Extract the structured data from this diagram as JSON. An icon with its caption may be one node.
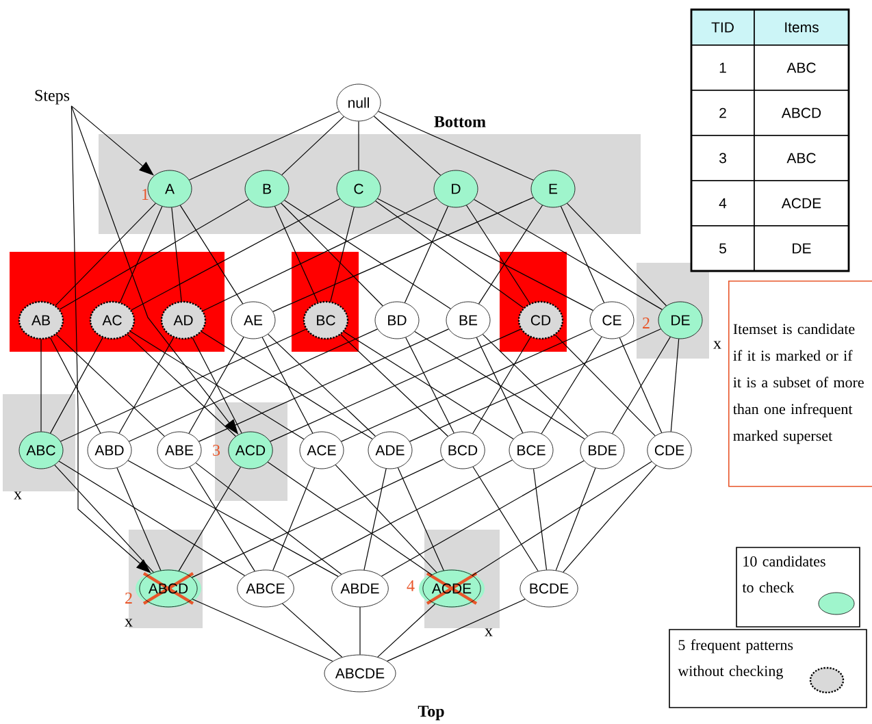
{
  "diagram": {
    "nodes": [
      {
        "text": [
          "null"
        ]
      },
      {
        "text": [
          "A"
        ],
        "beside": [
          "1"
        ]
      },
      {
        "text": [
          "B"
        ]
      },
      {
        "text": [
          "C"
        ]
      },
      {
        "text": [
          "D"
        ]
      },
      {
        "text": [
          "E"
        ]
      },
      {
        "text": [
          "AB"
        ]
      },
      {
        "text": [
          "AC"
        ]
      },
      {
        "text": [
          "AD"
        ]
      },
      {
        "text": [
          "AE"
        ]
      },
      {
        "text": [
          "BC"
        ]
      },
      {
        "text": [
          "BD"
        ]
      },
      {
        "text": [
          "BE"
        ]
      },
      {
        "text": [
          "CD"
        ]
      },
      {
        "text": [
          "CE"
        ]
      },
      {
        "text": [
          "DE"
        ],
        "beside": [
          "2",
          "x"
        ]
      },
      {
        "text": [
          "ABC"
        ],
        "beside": [
          "x"
        ]
      },
      {
        "text": [
          "ABD"
        ]
      },
      {
        "text": [
          "ABE"
        ]
      },
      {
        "text": [
          "ACD"
        ],
        "beside": [
          "3"
        ]
      },
      {
        "text": [
          "ACE"
        ]
      },
      {
        "text": [
          "ADE"
        ]
      },
      {
        "text": [
          "BCD"
        ]
      },
      {
        "text": [
          "BCE"
        ]
      },
      {
        "text": [
          "BDE"
        ]
      },
      {
        "text": [
          "CDE"
        ]
      },
      {
        "text": [
          "ABCD"
        ],
        "beside": [
          "2",
          "x"
        ]
      },
      {
        "text": [
          "ABCE"
        ]
      },
      {
        "text": [
          "ABDE"
        ]
      },
      {
        "text": [
          "ACDE"
        ],
        "beside": [
          "4",
          "x"
        ]
      },
      {
        "text": [
          "BCDE"
        ]
      },
      {
        "text": [
          "ABCDE"
        ]
      },
      {
        "text": [
          "Itemset is candidate if it is marked or if it is a subset of more than one infrequent marked superset"
        ]
      },
      {
        "text": [
          "Steps"
        ]
      }
    ],
    "edges": [
      {
        "from": 0,
        "to": 1,
        "arrow": "none"
      },
      {
        "from": 0,
        "to": 2,
        "arrow": "none"
      },
      {
        "from": 0,
        "to": 3,
        "arrow": "none"
      },
      {
        "from": 0,
        "to": 4,
        "arrow": "none"
      },
      {
        "from": 0,
        "to": 5,
        "arrow": "none"
      },
      {
        "from": 1,
        "to": 6,
        "arrow": "none"
      },
      {
        "from": 1,
        "to": 7,
        "arrow": "none"
      },
      {
        "from": 1,
        "to": 8,
        "arrow": "none"
      },
      {
        "from": 1,
        "to": 9,
        "arrow": "none"
      },
      {
        "from": 2,
        "to": 6,
        "arrow": "none"
      },
      {
        "from": 2,
        "to": 10,
        "arrow": "none"
      },
      {
        "from": 2,
        "to": 11,
        "arrow": "none"
      },
      {
        "from": 2,
        "to": 12,
        "arrow": "none"
      },
      {
        "from": 3,
        "to": 7,
        "arrow": "none"
      },
      {
        "from": 3,
        "to": 10,
        "arrow": "none"
      },
      {
        "from": 3,
        "to": 13,
        "arrow": "none"
      },
      {
        "from": 3,
        "to": 14,
        "arrow": "none"
      },
      {
        "from": 4,
        "to": 8,
        "arrow": "none"
      },
      {
        "from": 4,
        "to": 11,
        "arrow": "none"
      },
      {
        "from": 4,
        "to": 13,
        "arrow": "none"
      },
      {
        "from": 4,
        "to": 15,
        "arrow": "none"
      },
      {
        "from": 5,
        "to": 9,
        "arrow": "none"
      },
      {
        "from": 5,
        "to": 12,
        "arrow": "none"
      },
      {
        "from": 5,
        "to": 14,
        "arrow": "none"
      },
      {
        "from": 5,
        "to": 15,
        "arrow": "none"
      },
      {
        "from": 6,
        "to": 16,
        "arrow": "none"
      },
      {
        "from": 6,
        "to": 17,
        "arrow": "none"
      },
      {
        "from": 6,
        "to": 18,
        "arrow": "none"
      },
      {
        "from": 7,
        "to": 16,
        "arrow": "none"
      },
      {
        "from": 7,
        "to": 19,
        "arrow": "none"
      },
      {
        "from": 7,
        "to": 20,
        "arrow": "none"
      },
      {
        "from": 8,
        "to": 17,
        "arrow": "none"
      },
      {
        "from": 8,
        "to": 19,
        "arrow": "none"
      },
      {
        "from": 8,
        "to": 21,
        "arrow": "none"
      },
      {
        "from": 9,
        "to": 18,
        "arrow": "none"
      },
      {
        "from": 9,
        "to": 20,
        "arrow": "none"
      },
      {
        "from": 9,
        "to": 21,
        "arrow": "none"
      },
      {
        "from": 10,
        "to": 16,
        "arrow": "none"
      },
      {
        "from": 10,
        "to": 22,
        "arrow": "none"
      },
      {
        "from": 10,
        "to": 23,
        "arrow": "none"
      },
      {
        "from": 11,
        "to": 17,
        "arrow": "none"
      },
      {
        "from": 11,
        "to": 22,
        "arrow": "none"
      },
      {
        "from": 11,
        "to": 24,
        "arrow": "none"
      },
      {
        "from": 12,
        "to": 18,
        "arrow": "none"
      },
      {
        "from": 12,
        "to": 23,
        "arrow": "none"
      },
      {
        "from": 12,
        "to": 24,
        "arrow": "none"
      },
      {
        "from": 13,
        "to": 19,
        "arrow": "none"
      },
      {
        "from": 13,
        "to": 22,
        "arrow": "none"
      },
      {
        "from": 13,
        "to": 25,
        "arrow": "none"
      },
      {
        "from": 14,
        "to": 20,
        "arrow": "none"
      },
      {
        "from": 14,
        "to": 23,
        "arrow": "none"
      },
      {
        "from": 14,
        "to": 25,
        "arrow": "none"
      },
      {
        "from": 15,
        "to": 21,
        "arrow": "none"
      },
      {
        "from": 15,
        "to": 24,
        "arrow": "none"
      },
      {
        "from": 15,
        "to": 25,
        "arrow": "none"
      },
      {
        "from": 16,
        "to": 26,
        "arrow": "none"
      },
      {
        "from": 16,
        "to": 27,
        "arrow": "none"
      },
      {
        "from": 17,
        "to": 26,
        "arrow": "none"
      },
      {
        "from": 17,
        "to": 28,
        "arrow": "none"
      },
      {
        "from": 18,
        "to": 27,
        "arrow": "none"
      },
      {
        "from": 18,
        "to": 28,
        "arrow": "none"
      },
      {
        "from": 19,
        "to": 26,
        "arrow": "none"
      },
      {
        "from": 19,
        "to": 29,
        "arrow": "none"
      },
      {
        "from": 20,
        "to": 27,
        "arrow": "none"
      },
      {
        "from": 20,
        "to": 29,
        "arrow": "none"
      },
      {
        "from": 21,
        "to": 28,
        "arrow": "none"
      },
      {
        "from": 21,
        "to": 29,
        "arrow": "none"
      },
      {
        "from": 22,
        "to": 26,
        "arrow": "none"
      },
      {
        "from": 22,
        "to": 30,
        "arrow": "none"
      },
      {
        "from": 23,
        "to": 27,
        "arrow": "none"
      },
      {
        "from": 23,
        "to": 30,
        "arrow": "none"
      },
      {
        "from": 24,
        "to": 28,
        "arrow": "none"
      },
      {
        "from": 24,
        "to": 30,
        "arrow": "none"
      },
      {
        "from": 25,
        "to": 29,
        "arrow": "none"
      },
      {
        "from": 25,
        "to": 30,
        "arrow": "none"
      },
      {
        "from": 26,
        "to": 31,
        "arrow": "none"
      },
      {
        "from": 27,
        "to": 31,
        "arrow": "none"
      },
      {
        "from": 28,
        "to": 31,
        "arrow": "none"
      },
      {
        "from": 29,
        "to": 31,
        "arrow": "none"
      },
      {
        "from": 30,
        "to": 31,
        "arrow": "none"
      },
      {
        "from": 33,
        "to": 1,
        "arrow": "to"
      },
      {
        "from": 33,
        "to": 19,
        "arrow": "to"
      },
      {
        "from": 33,
        "to": 26,
        "arrow": "to"
      }
    ],
    "labels": [
      "TID",
      "Items",
      "1",
      "ABC",
      "2",
      "ABCD",
      "3",
      "ABC",
      "4",
      "ACDE",
      "5",
      "DE",
      "Bottom",
      "Top"
    ],
    "legend": [
      {
        "text": "10 candidates to check"
      },
      {
        "text": "5 frequent patterns without checking"
      }
    ]
  }
}
